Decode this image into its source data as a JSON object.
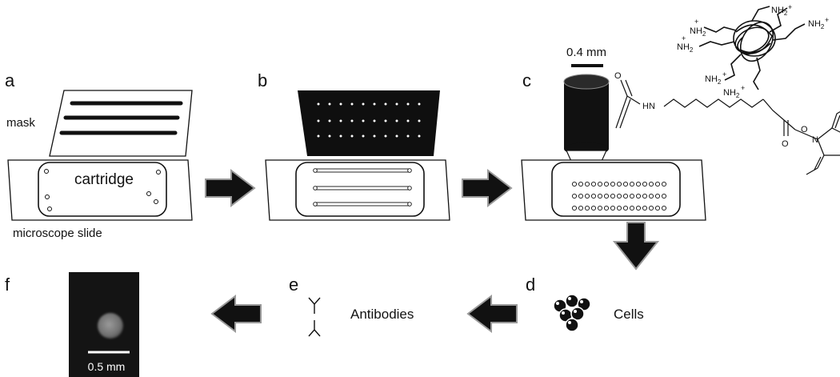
{
  "panels": {
    "a": "a",
    "b": "b",
    "c": "c",
    "d": "d",
    "e": "e",
    "f": "f"
  },
  "labels": {
    "mask": "mask",
    "cartridge": "cartridge",
    "microscope_slide": "microscope slide",
    "cells": "Cells",
    "antibodies": "Antibodies"
  },
  "scale_bars": {
    "fiber": "0.4 mm",
    "spot": "0.5 mm"
  },
  "chemistry": {
    "amine_group": "NH",
    "amine_subscript": "2",
    "amine_charge": "+",
    "amide_nh": "HN",
    "carbonyl_o": "O",
    "ester_o": "O",
    "imide_n": "N"
  }
}
